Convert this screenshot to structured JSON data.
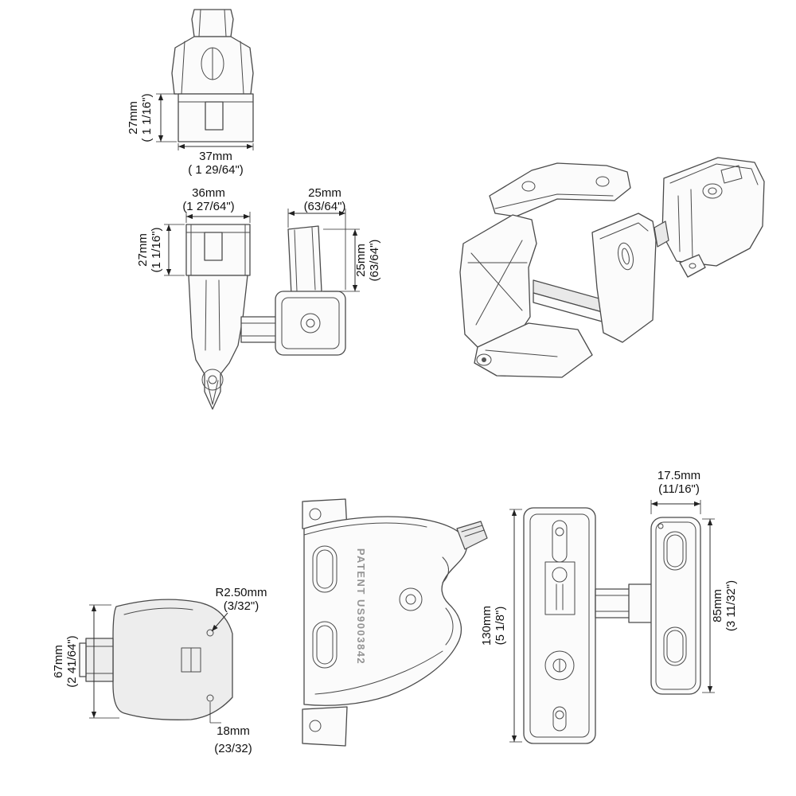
{
  "dims": {
    "striker_height": {
      "mm": "27mm",
      "in": "( 1 1/16\")"
    },
    "striker_width": {
      "mm": "37mm",
      "in": "( 1 29/64\")"
    },
    "latch_top_width": {
      "mm": "36mm",
      "in": "(1 27/64\")"
    },
    "latch_side_height": {
      "mm": "27mm",
      "in": "(1 1/16\")"
    },
    "keeper_top_depth": {
      "mm": "25mm",
      "in": "(63/64\")"
    },
    "keeper_side_depth": {
      "mm": "25mm",
      "in": "(63/64\")"
    },
    "body_height": {
      "mm": "67mm",
      "in": "(2 41/64\")"
    },
    "hole_radius": {
      "mm": "R2.50mm",
      "in": "(3/32\")"
    },
    "edge_offset": {
      "mm": "18mm",
      "in": "(23/32)"
    },
    "latch_total_height": {
      "mm": "130mm",
      "in": "(5 1/8\")"
    },
    "keeper_width": {
      "mm": "17.5mm",
      "in": "(11/16\")"
    },
    "keeper_height": {
      "mm": "85mm",
      "in": "(3 11/32\")"
    }
  },
  "labels": {
    "patent": "PATENT US9003842"
  },
  "colors": {
    "line": "#4a4a4a",
    "dim_line": "#2e2e2e",
    "text": "#111111",
    "patent_text": "#949494",
    "fill_light": "#fbfbfb",
    "fill_shade": "#e9e9e9"
  }
}
